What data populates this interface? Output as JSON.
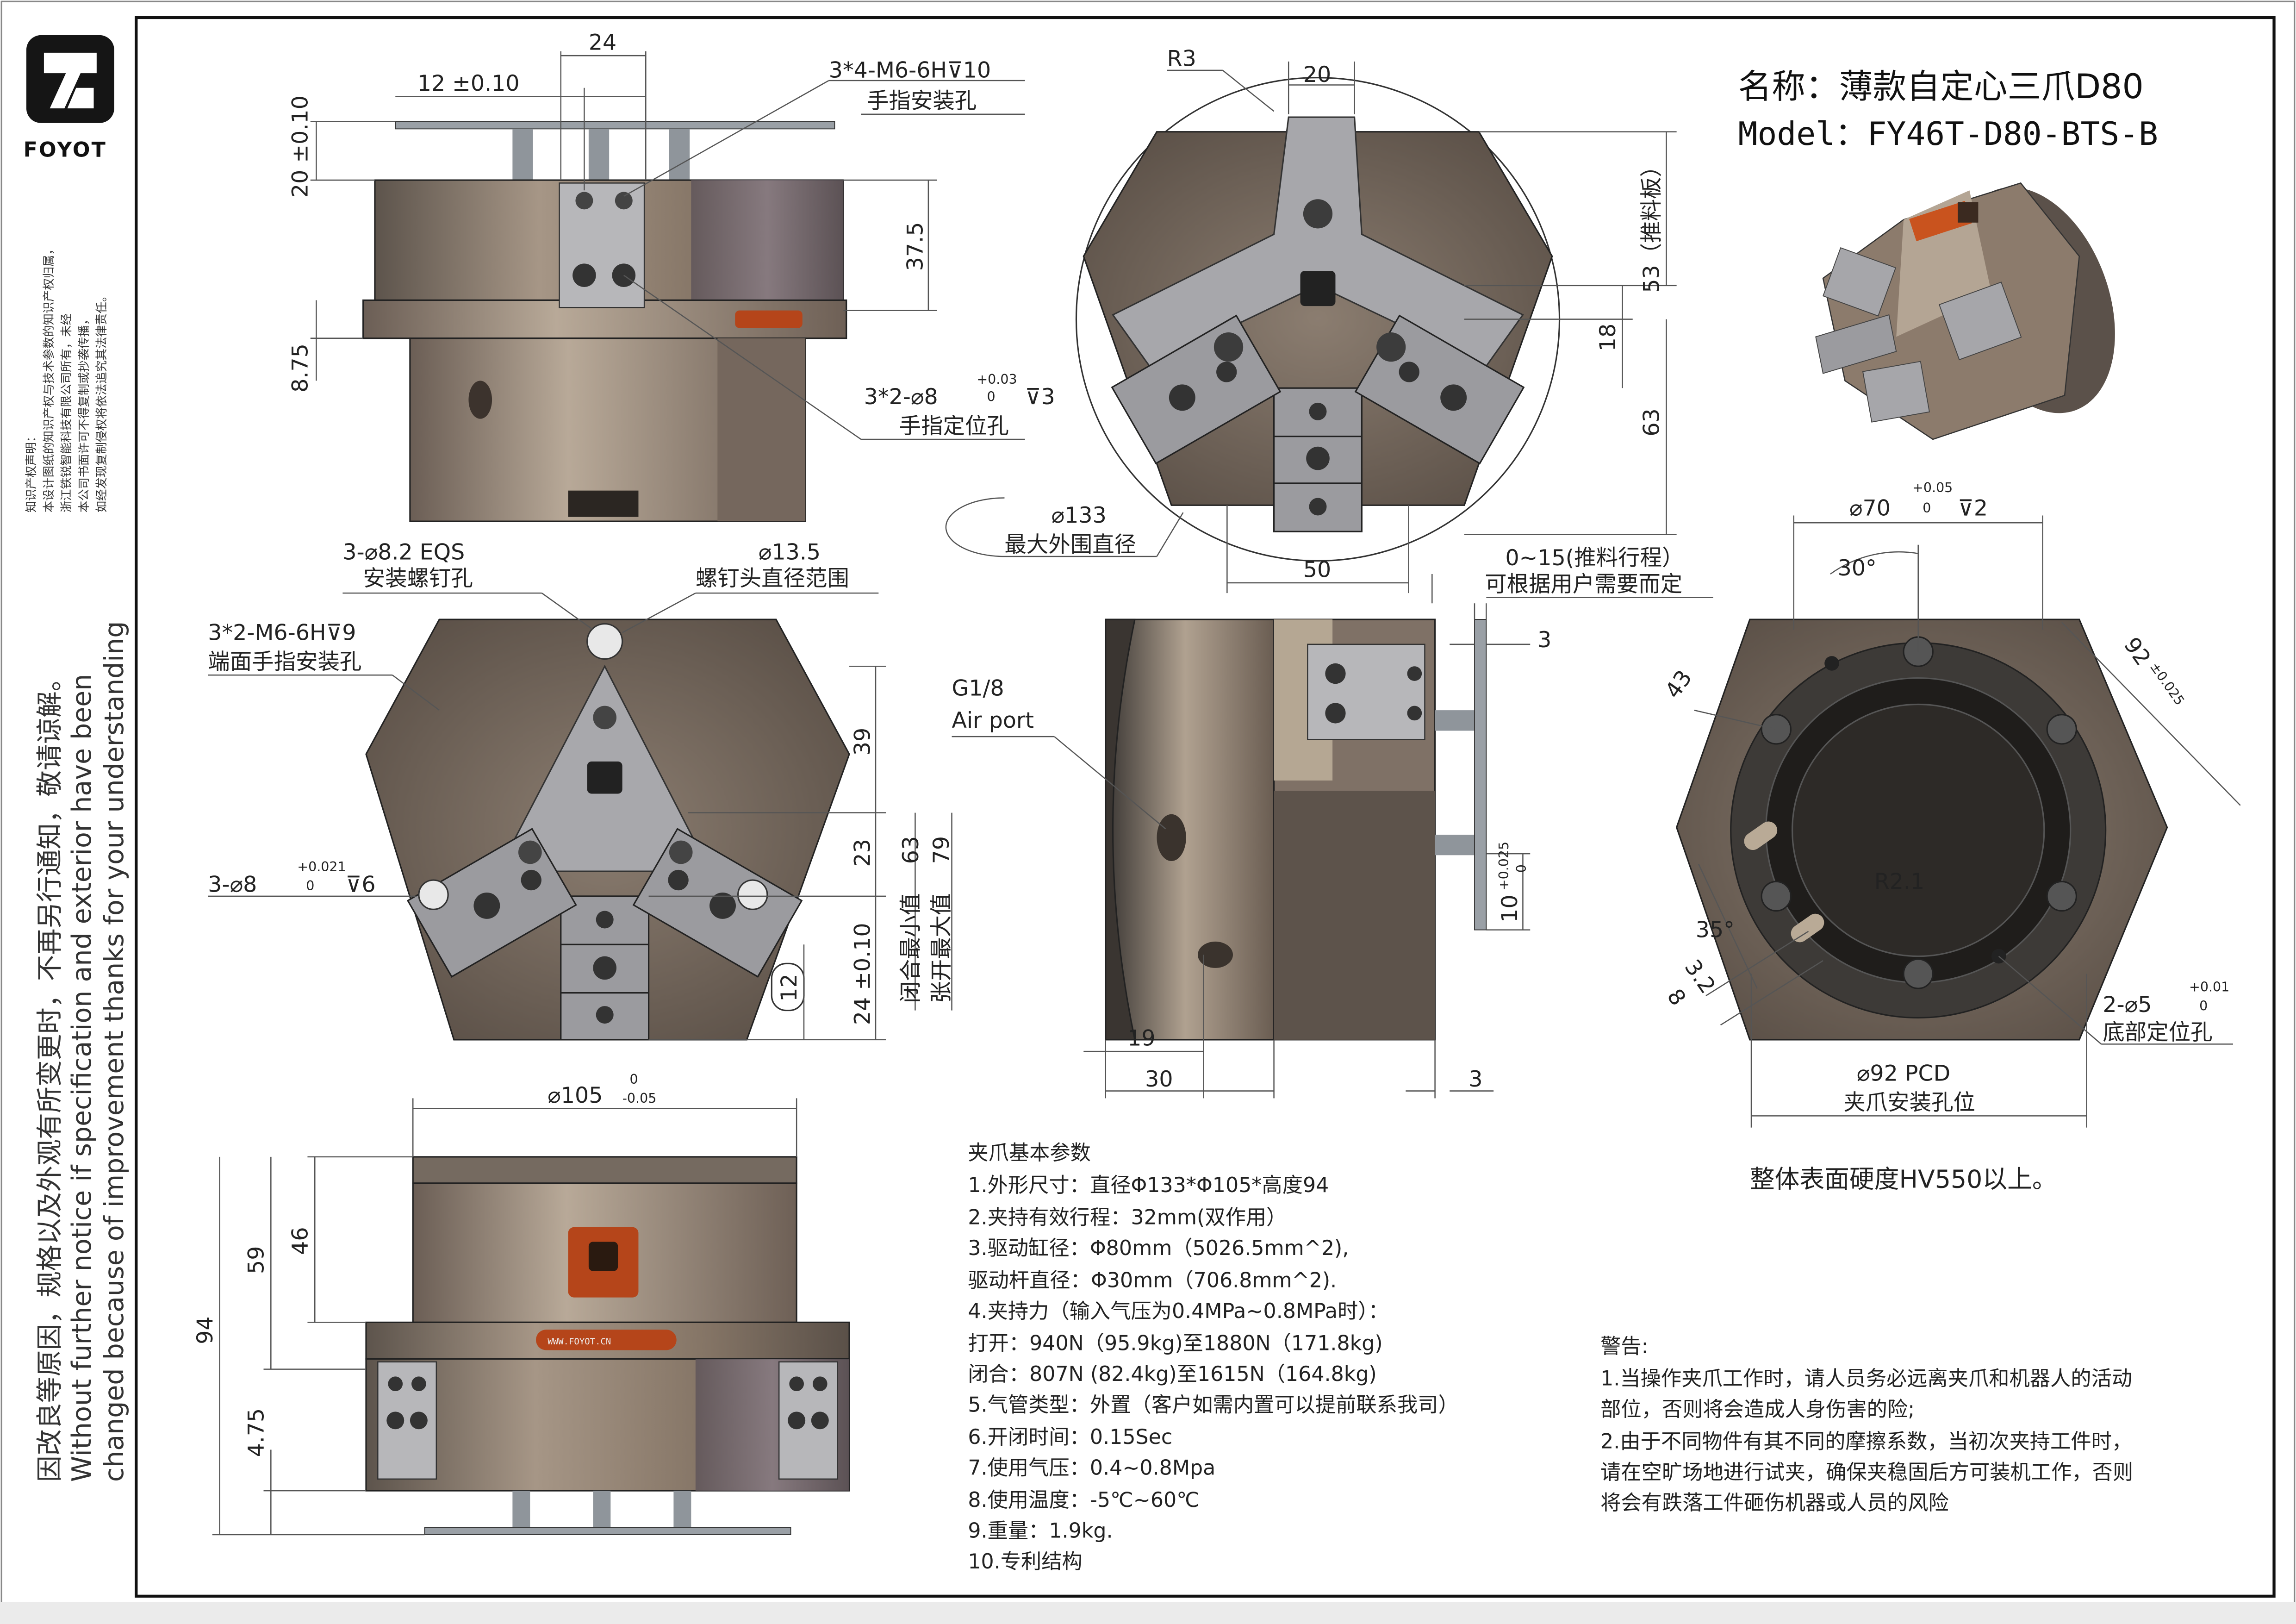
{
  "brand": {
    "name": "FOYOT"
  },
  "title": {
    "name_cn": "名称：薄款自定心三爪D80",
    "model": "Model：FY46T-D80-BTS-B"
  },
  "side_notice": {
    "ip_title": "知识产权声明：",
    "ip_lines": [
      "本设计图纸的知识产权与技术参数的知识产权归属，",
      "浙江铁锐智能科技有限公司所有，未经",
      "本公司书面许可不得复制或抄袭传播，",
      "如经发现复制侵权将依法追究其法律责任。"
    ],
    "change_cn": "因改良等原因，规格以及外观有所变更时，不再另行通知，敬请谅解。",
    "change_en_1": "Without further notice if specification and exterior have been",
    "change_en_2": "changed because of improvement thanks for your understanding"
  },
  "front_view": {
    "dim_24": "24",
    "dim_12": "12 ±0.10",
    "dim_20": "20 ±0.10",
    "dim_37_5": "37.5",
    "dim_8_75": "8.75",
    "finger_hole_spec": "3*4-M6-6H⊽10",
    "finger_hole_label": "手指安装孔",
    "locating_hole_prefix": "3*2-⌀8",
    "locating_hole_tol_up": "+0.03",
    "locating_hole_tol_low": "0",
    "locating_hole_depth": "⊽3",
    "locating_hole_label": "手指定位孔"
  },
  "top_view": {
    "dim_r3": "R3",
    "dim_20": "20",
    "dim_53": "53（推料板）",
    "dim_18": "18",
    "dim_63": "63",
    "dim_50": "50",
    "max_dia": "⌀133",
    "max_dia_label": "最大外围直径",
    "stroke": "0~15(推料行程）",
    "stroke_note": "可根据用户需要而定"
  },
  "bottom_jaw_view": {
    "screw_hole": "3-⌀8.2 EQS",
    "screw_hole_label": "安装螺钉孔",
    "head_dia": "⌀13.5",
    "head_dia_label": "螺钉头直径范围",
    "end_hole": "3*2-M6-6H⊽9",
    "end_hole_label": "端面手指安装孔",
    "pin_prefix": "3-⌀8",
    "pin_tol_up": "+0.021",
    "pin_tol_low": "0",
    "pin_depth": "⊽6",
    "dim_39": "39",
    "dim_23": "23",
    "dim_24": "24 ±0.10",
    "dim_12": "12",
    "dim_63": "63",
    "dim_79": "79",
    "closed_min": "闭合最小值",
    "open_max": "张开最大值"
  },
  "side_view": {
    "air_g": "G1/8",
    "air_port": "Air port",
    "dim_3a": "3",
    "dim_3b": "3",
    "dim_10": "10",
    "dim_10_tol_up": "+0.025",
    "dim_10_tol_low": "0",
    "dim_19": "19",
    "dim_30": "30"
  },
  "base_view": {
    "dim_70": "⌀70",
    "dim_70_tol_up": "+0.05",
    "dim_70_tol_low": "0",
    "dim_70_depth": "⊽2",
    "angle_30": "30°",
    "dim_43": "43",
    "dim_92": "92",
    "dim_92_tol": "±0.025",
    "r2_1": "R2.1",
    "angle_35": "35°",
    "dim_3_2": "3.2",
    "dim_8": "8",
    "pin_prefix": "2-⌀5",
    "pin_tol_up": "+0.01",
    "pin_tol_low": "0",
    "pin_label": "底部定位孔",
    "pcd": "⌀92  PCD",
    "pcd_label": "夹爪安装孔位",
    "hardness": "整体表面硬度HV550以上。"
  },
  "side_elevation": {
    "dia_105": "⌀105",
    "dia_105_tol_up": "0",
    "dia_105_tol_low": "-0.05",
    "dim_46": "46",
    "dim_59": "59",
    "dim_94": "94",
    "dim_4_75": "4.75",
    "website": "WWW.FOYOT.CN"
  },
  "params": {
    "heading": "夹爪基本参数",
    "lines": [
      "1.外形尺寸：直径Φ133*Φ105*高度94",
      "2.夹持有效行程：32mm(双作用）",
      "3.驱动缸径：Φ80mm（5026.5mm^2),",
      "驱动杆直径：Φ30mm（706.8mm^2).",
      "4.夹持力（输入气压为0.4MPa~0.8MPa时）：",
      "打开：940N（95.9kg)至1880N（171.8kg)",
      "闭合：807N (82.4kg)至1615N（164.8kg)",
      "5.气管类型：外置（客户如需内置可以提前联系我司）",
      "6.开闭时间：0.15Sec",
      "7.使用气压：0.4~0.8Mpa",
      "8.使用温度：-5℃~60℃",
      "9.重量：1.9kg.",
      "10.专利结构"
    ]
  },
  "warning": {
    "heading": "警告:",
    "lines": [
      "1.当操作夹爪工作时，请人员务必远离夹爪和机器人的活动",
      "部位，否则将会造成人身伤害的险;",
      "2.由于不同物件有其不同的摩擦系数，当初次夹持工件时，",
      "请在空旷场地进行试夹，确保夹稳固后方可装机工作，否则",
      "将会有跌落工件砸伤机器或人员的风险"
    ]
  },
  "colors": {
    "body_dark": "#6e6258",
    "body_mid": "#9a8b7c",
    "plate": "#b9b9bb",
    "jaw": "#8f8f93",
    "brand_orange": "#c9531e"
  }
}
